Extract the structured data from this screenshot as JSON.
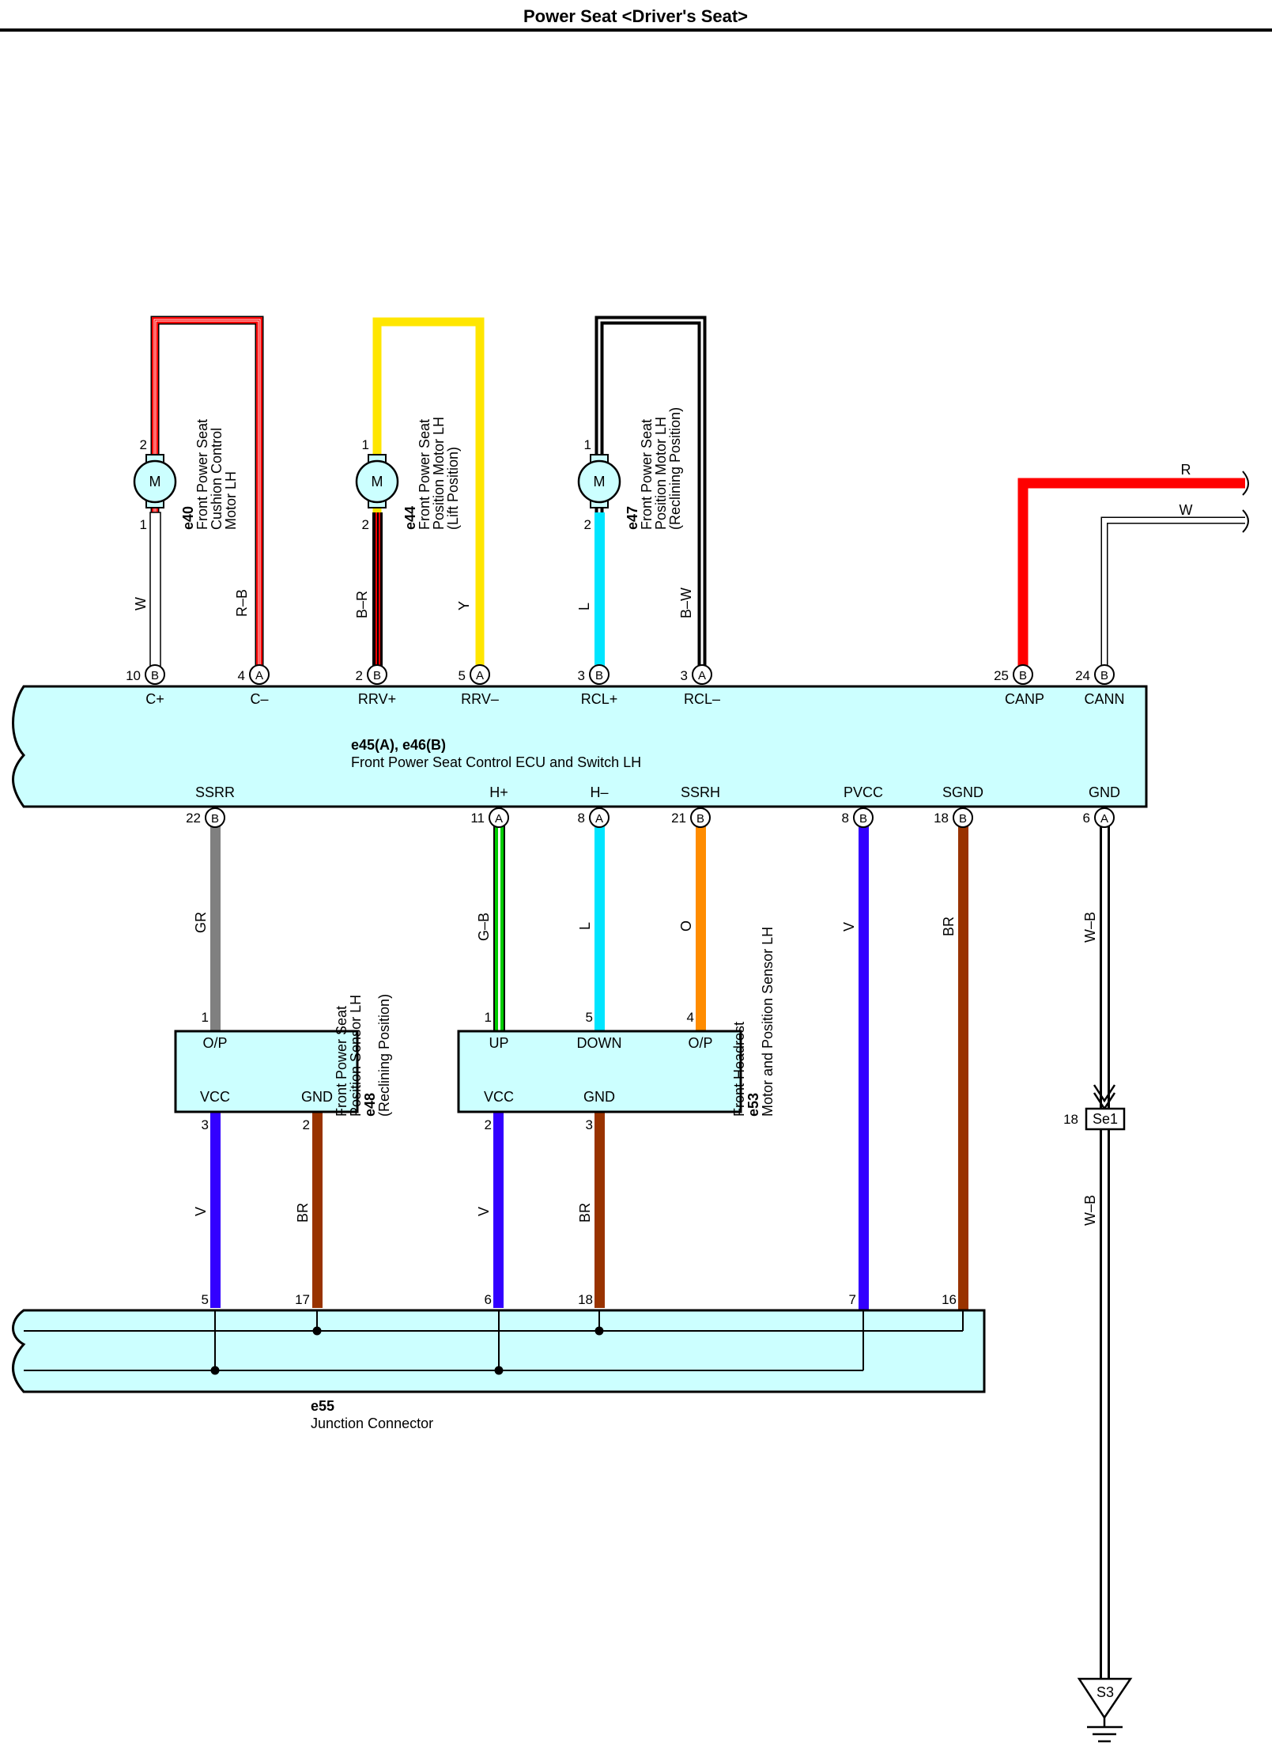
{
  "title": "Power Seat <Driver's Seat>",
  "colors": {
    "R": "#ff0000",
    "W": "#ffffff",
    "B": "#000000",
    "Y": "#ffe600",
    "L": "#00e5ff",
    "GR": "#808080",
    "G": "#00cc00",
    "O": "#ff8c00",
    "V": "#3300ff",
    "BR": "#993300",
    "component_fill": "#ccffff"
  },
  "ecu": {
    "code": "e45(A), e46(B)",
    "name": "Front Power Seat Control ECU and Switch LH",
    "top_terminals": [
      {
        "pin": "10",
        "conn": "B",
        "label": "C+"
      },
      {
        "pin": "4",
        "conn": "A",
        "label": "C–"
      },
      {
        "pin": "2",
        "conn": "B",
        "label": "RRV+"
      },
      {
        "pin": "5",
        "conn": "A",
        "label": "RRV–"
      },
      {
        "pin": "3",
        "conn": "B",
        "label": "RCL+"
      },
      {
        "pin": "3",
        "conn": "A",
        "label": "RCL–"
      },
      {
        "pin": "25",
        "conn": "B",
        "label": "CANP"
      },
      {
        "pin": "24",
        "conn": "B",
        "label": "CANN"
      }
    ],
    "bottom_terminals": [
      {
        "pin": "22",
        "conn": "B",
        "label": "SSRR"
      },
      {
        "pin": "11",
        "conn": "A",
        "label": "H+"
      },
      {
        "pin": "8",
        "conn": "A",
        "label": "H–"
      },
      {
        "pin": "21",
        "conn": "B",
        "label": "SSRH"
      },
      {
        "pin": "8",
        "conn": "B",
        "label": "PVCC"
      },
      {
        "pin": "18",
        "conn": "B",
        "label": "SGND"
      },
      {
        "pin": "6",
        "conn": "A",
        "label": "GND"
      }
    ]
  },
  "motors": [
    {
      "code": "e40",
      "lines": [
        "Front Power Seat",
        "Cushion Control",
        "Motor LH"
      ],
      "symbol": "M",
      "pin_top": "2",
      "pin_bottom": "1",
      "wire_left": "W",
      "wire_right": "R–B"
    },
    {
      "code": "e44",
      "lines": [
        "Front Power Seat",
        "Position Motor LH",
        "(Lift Position)"
      ],
      "symbol": "M",
      "pin_top": "1",
      "pin_bottom": "2",
      "wire_left": "B–R",
      "wire_right": "Y"
    },
    {
      "code": "e47",
      "lines": [
        "Front Power Seat",
        "Position Motor LH",
        "(Reclining Position)"
      ],
      "symbol": "M",
      "pin_top": "1",
      "pin_bottom": "2",
      "wire_left": "L",
      "wire_right": "B–W"
    }
  ],
  "can_wires": {
    "canp": "R",
    "cann": "W"
  },
  "sensor_e48": {
    "code": "e48",
    "lines": [
      "Front Power Seat",
      "Position Sensor LH",
      "(Reclining Position)"
    ],
    "terms": {
      "op": "O/P",
      "vcc": "VCC",
      "gnd": "GND"
    },
    "pins": {
      "op": "1",
      "vcc": "3",
      "gnd": "2"
    }
  },
  "sensor_e53": {
    "code": "e53",
    "lines": [
      "Front Headrest",
      "Motor and Position Sensor LH"
    ],
    "terms": {
      "up": "UP",
      "down": "DOWN",
      "op": "O/P",
      "vcc": "VCC",
      "gnd": "GND"
    },
    "pins": {
      "up": "1",
      "down": "5",
      "op": "4",
      "vcc": "2",
      "gnd": "3"
    }
  },
  "wire_labels": {
    "ssrr": "GR",
    "hplus": "G–B",
    "hminus": "L",
    "ssrh": "O",
    "pvcc": "V",
    "sgnd": "BR",
    "gnd": "W–B",
    "e48_vcc": "V",
    "e48_gnd": "BR",
    "e53_vcc": "V",
    "e53_gnd": "BR",
    "ground_run": "W–B"
  },
  "junction": {
    "code": "e55",
    "name": "Junction Connector",
    "pins": [
      "5",
      "17",
      "6",
      "18",
      "7",
      "16"
    ]
  },
  "connector_se1": {
    "label": "Se1",
    "pin": "18"
  },
  "ground": {
    "label": "S3"
  }
}
